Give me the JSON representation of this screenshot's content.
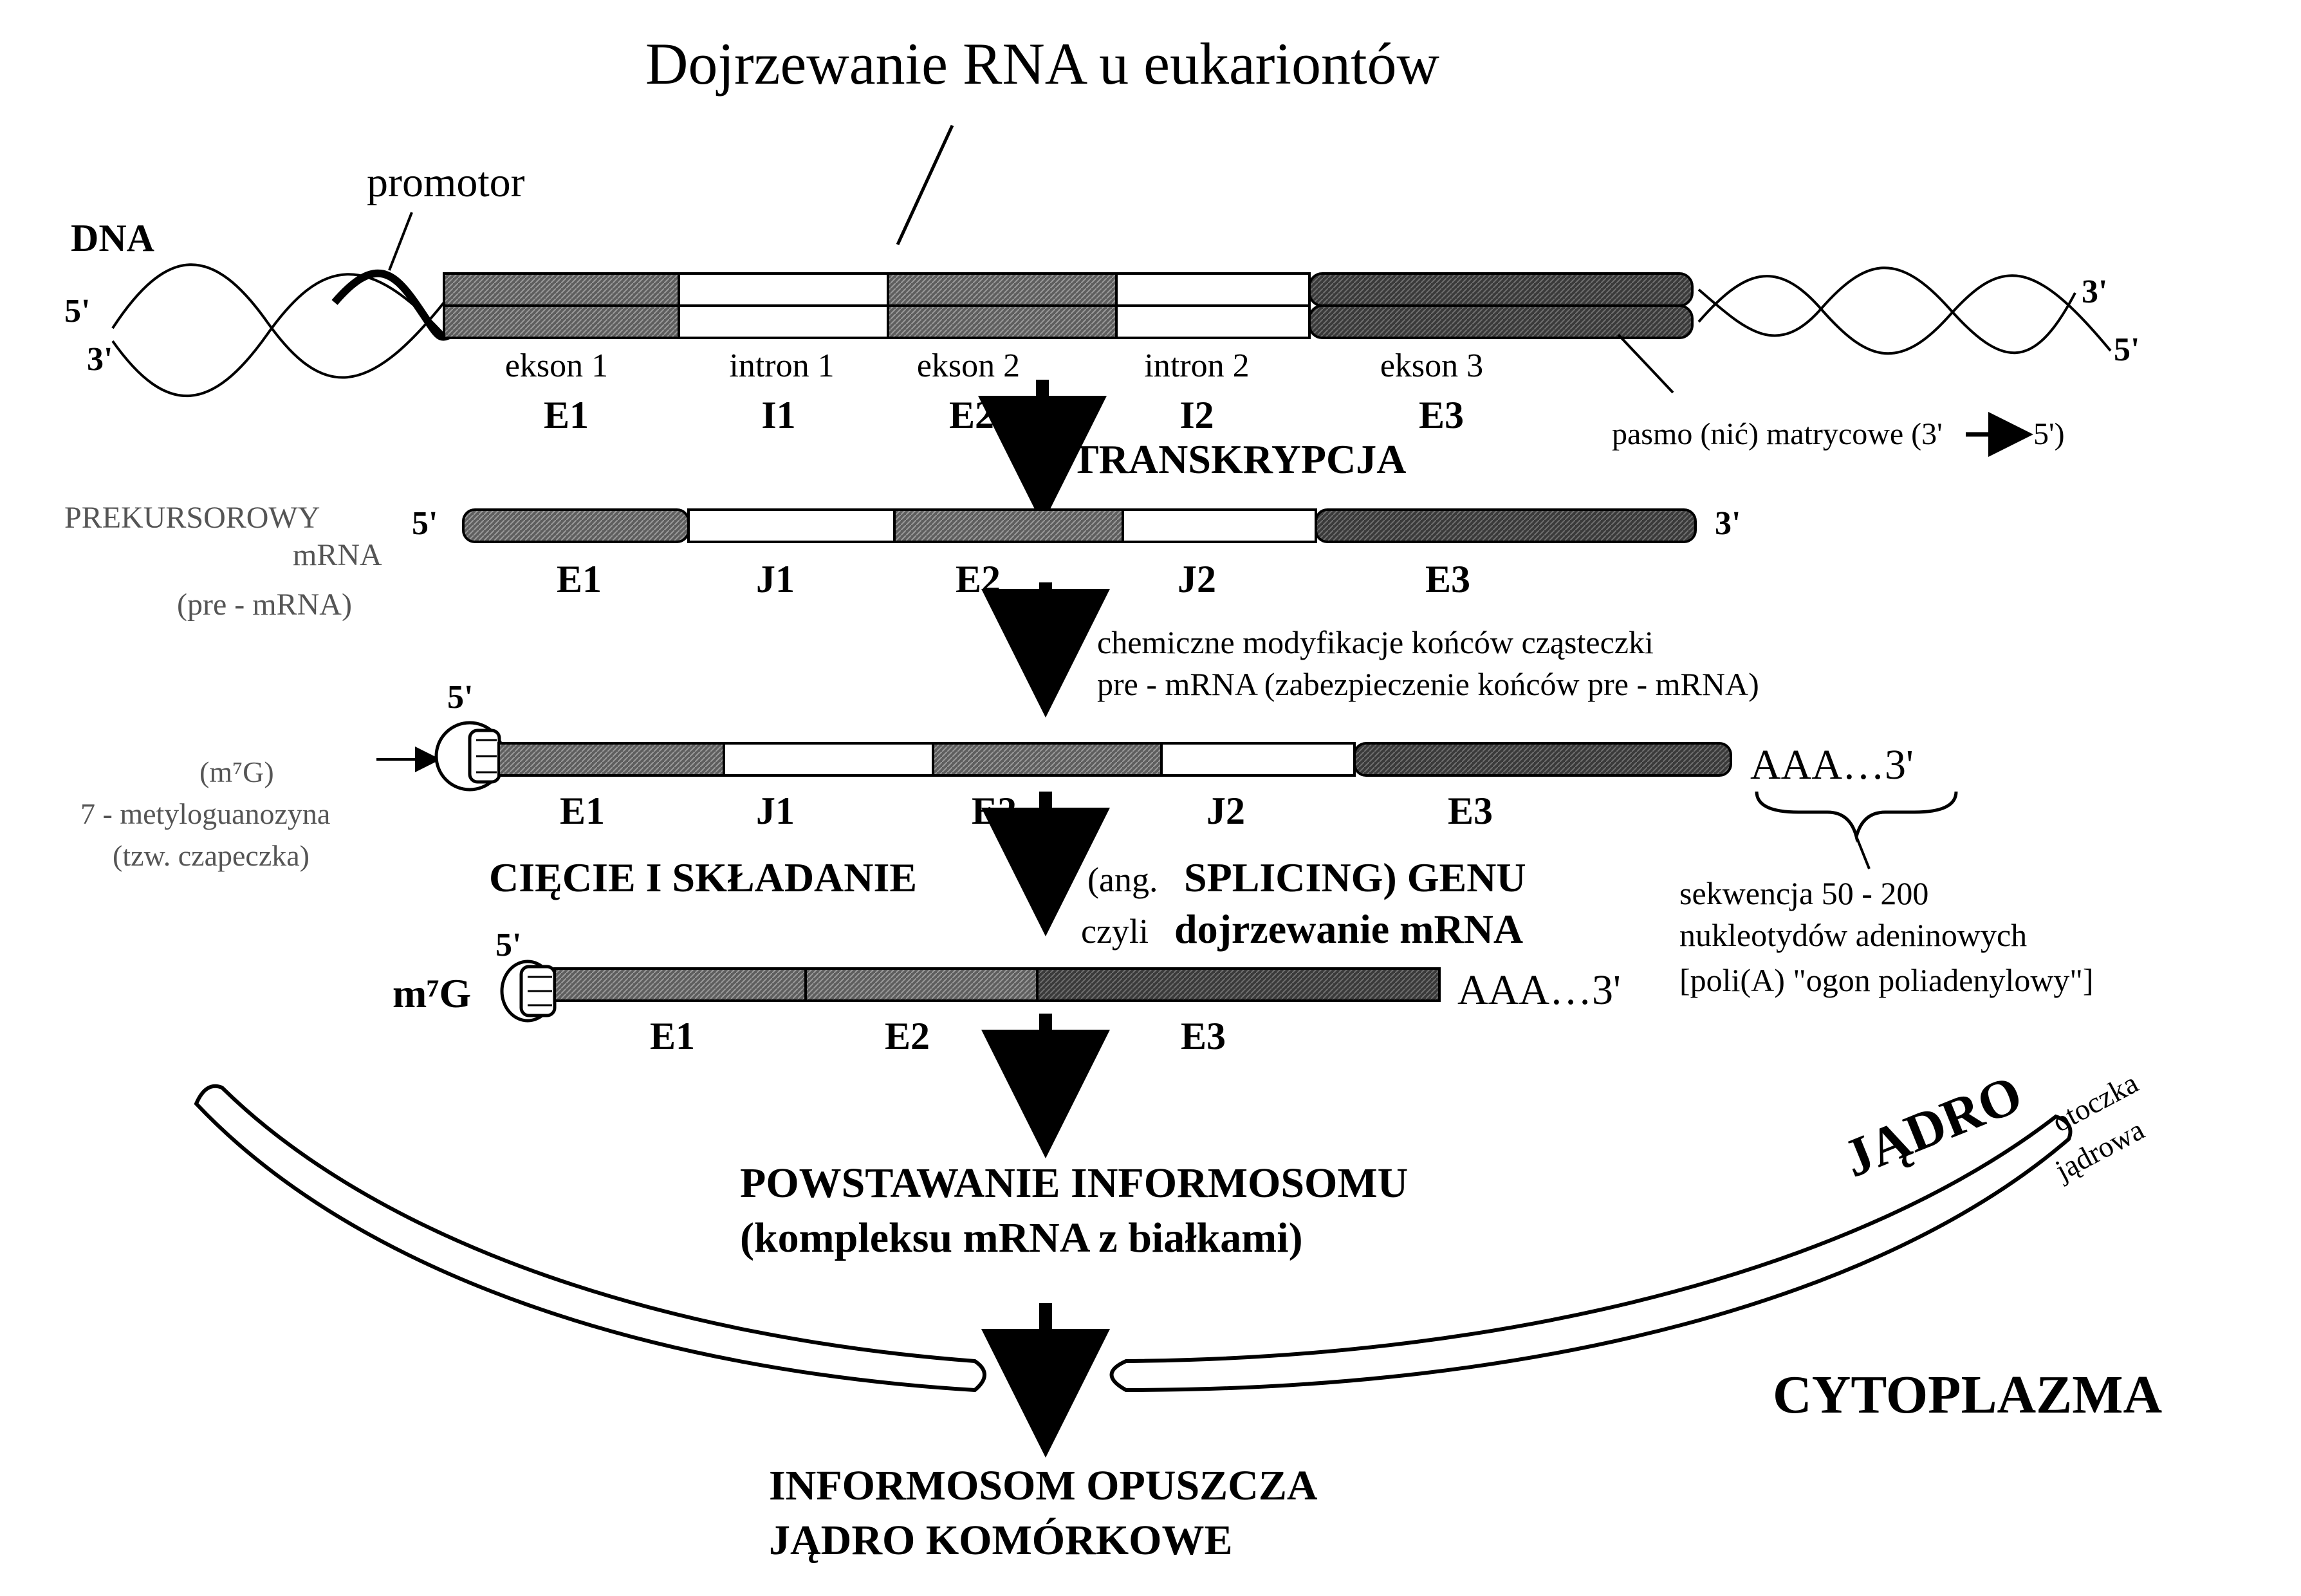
{
  "title": "Dojrzewanie RNA u eukariontów",
  "dna": {
    "label": "DNA",
    "promoter": "promotor",
    "left_top": "5'",
    "left_bottom": "3'",
    "right_top": "3'",
    "right_bottom": "5'",
    "segment_names": [
      "ekson 1",
      "intron 1",
      "ekson 2",
      "intron 2",
      "ekson 3"
    ],
    "segment_codes": [
      "E1",
      "I1",
      "E2",
      "I2",
      "E3"
    ],
    "template_strand": "pasmo (nić) matrycowe (3'",
    "template_strand_end": "5')"
  },
  "steps": {
    "transcription": "TRANSKRYPCJA",
    "modification_line1": "chemiczne modyfikacje końców cząsteczki",
    "modification_line2": "pre - mRNA (zabezpieczenie końców pre - mRNA)",
    "splicing_a": "CIĘCIE I SKŁADANIE",
    "splicing_b": "(ang.",
    "splicing_c": "SPLICING) GENU",
    "maturation_a": "czyli",
    "maturation_b": "dojrzewanie mRNA",
    "informosome_line1": "POWSTAWANIE INFORMOSOMU",
    "informosome_line2": "(kompleksu mRNA z białkami)",
    "exit_line1": "INFORMOSOM OPUSZCZA",
    "exit_line2": "JĄDRO KOMÓRKOWE"
  },
  "pre_mrna": {
    "label_line1": "PREKURSOROWY",
    "label_line2": "mRNA",
    "label_line3": "(pre - mRNA)",
    "end5": "5'",
    "end3": "3'",
    "segments": [
      "E1",
      "J1",
      "E2",
      "J2",
      "E3"
    ]
  },
  "capped": {
    "end5": "5'",
    "cap_line1": "(m⁷G)",
    "cap_line2": "7 - metyloguanozyna",
    "cap_line3": "(tzw. czapeczka)",
    "tail": "AAA…3'",
    "segments": [
      "E1",
      "J1",
      "E2",
      "J2",
      "E3"
    ],
    "tail_note_line1": "sekwencja 50 - 200",
    "tail_note_line2": "nukleotydów adeninowych",
    "tail_note_line3": "[poli(A) \"ogon poliadenylowy\"]"
  },
  "mature": {
    "end5": "5'",
    "cap": "m⁷G",
    "tail": "AAA…3'",
    "segments": [
      "E1",
      "E2",
      "E3"
    ]
  },
  "cell": {
    "nucleus": "JĄDRO",
    "envelope_line1": "otoczka",
    "envelope_line2": "jądrowa",
    "cytoplasm": "CYTOPLAZMA"
  }
}
